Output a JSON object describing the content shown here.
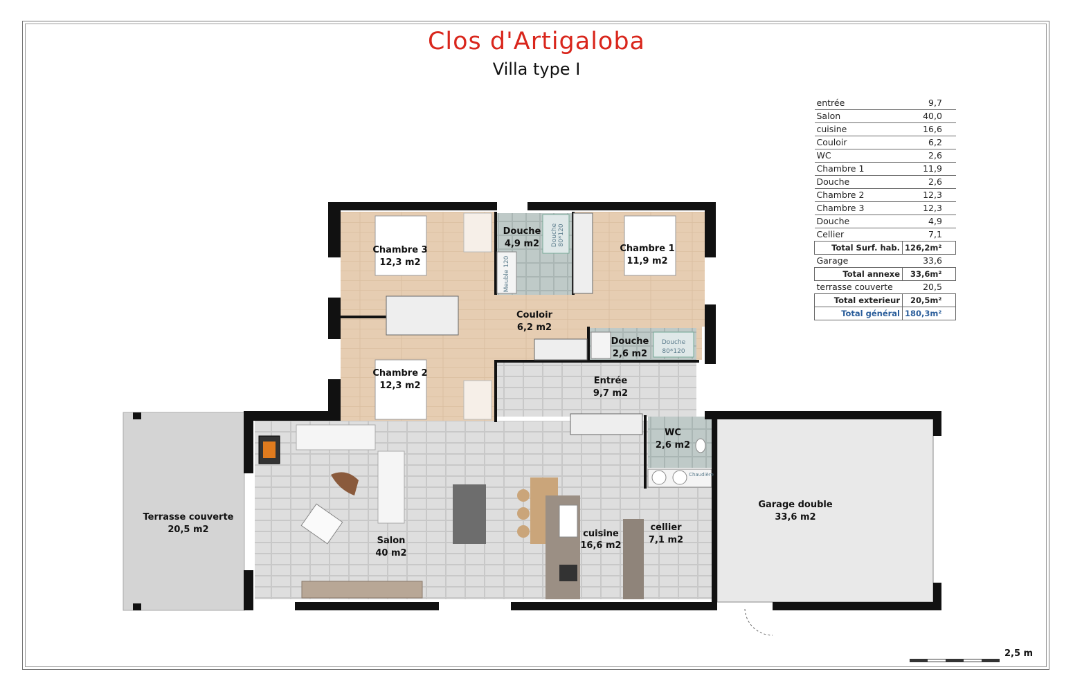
{
  "title": "Clos d'Artigaloba",
  "subtitle": "Villa type I",
  "rooms": {
    "chambre3": {
      "name": "Chambre 3",
      "area": "12,3 m2"
    },
    "douche1": {
      "name": "Douche",
      "area": "4,9 m2"
    },
    "chambre1": {
      "name": "Chambre 1",
      "area": "11,9 m2"
    },
    "couloir": {
      "name": "Couloir",
      "area": "6,2 m2"
    },
    "douche2": {
      "name": "Douche",
      "area": "2,6 m2"
    },
    "chambre2": {
      "name": "Chambre 2",
      "area": "12,3 m2"
    },
    "entree": {
      "name": "Entrée",
      "area": "9,7 m2"
    },
    "wc": {
      "name": "WC",
      "area": "2,6 m2"
    },
    "garage": {
      "name": "Garage double",
      "area": "33,6 m2"
    },
    "terrasse": {
      "name": "Terrasse couverte",
      "area": "20,5 m2"
    },
    "salon": {
      "name": "Salon",
      "area": "40 m2"
    },
    "cuisine": {
      "name": "cuisine",
      "area": "16,6 m2"
    },
    "cellier": {
      "name": "cellier",
      "area": "7,1 m2"
    }
  },
  "fixture_labels": {
    "shower1": "Douche",
    "shower1_size": "80*120",
    "meuble": "Meuble 120",
    "shower2": "Douche",
    "shower2_size": "80*120",
    "chaudiere": "Chaudière"
  },
  "area_table": {
    "rows": [
      {
        "label": "entrée",
        "value": "9,7"
      },
      {
        "label": "Salon",
        "value": "40,0"
      },
      {
        "label": "cuisine",
        "value": "16,6"
      },
      {
        "label": "Couloir",
        "value": "6,2"
      },
      {
        "label": "WC",
        "value": "2,6"
      },
      {
        "label": "Chambre 1",
        "value": "11,9"
      },
      {
        "label": "Douche",
        "value": "2,6"
      },
      {
        "label": "Chambre 2",
        "value": "12,3"
      },
      {
        "label": "Chambre 3",
        "value": "12,3"
      },
      {
        "label": "Douche",
        "value": "4,9"
      },
      {
        "label": "Cellier",
        "value": "7,1"
      }
    ],
    "total_hab_label": "Total Surf. hab.",
    "total_hab_value": "126,2m²",
    "garage_label": "Garage",
    "garage_value": "33,6",
    "total_annexe_label": "Total annexe",
    "total_annexe_value": "33,6m²",
    "terrasse_label": "terrasse couverte",
    "terrasse_value": "20,5",
    "total_ext_label": "Total exterieur",
    "total_ext_value": "20,5m²",
    "total_gen_label": "Total général",
    "total_gen_value": "180,3m²"
  },
  "scale_label": "2,5 m",
  "colors": {
    "title": "#d9261c",
    "wood_floor": "#e3c9ad",
    "tile_floor": "#dcdcdc",
    "bath_floor": "#b9c6c4",
    "wall": "#111111",
    "terrace": "#d3d3d3",
    "total_general": "#2a5d9a"
  }
}
